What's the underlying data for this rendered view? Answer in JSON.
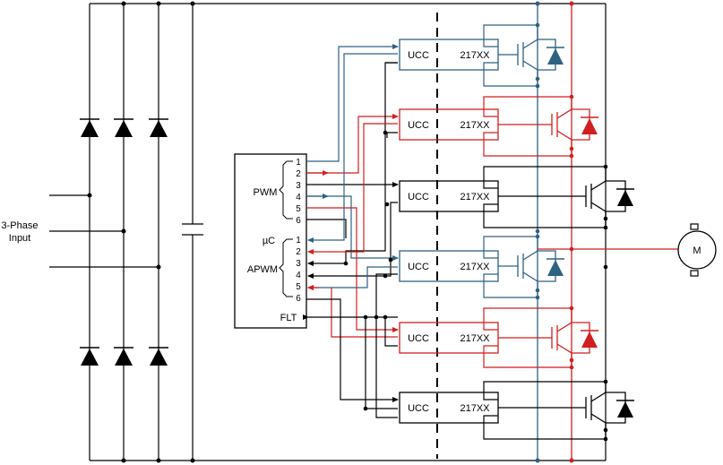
{
  "input_label": {
    "line1": "3-Phase",
    "line2": "Input"
  },
  "controller": {
    "pwm_label": "PWM",
    "uc_label": "µC",
    "apwm_label": "APWM",
    "flt_label": "FLT",
    "pwm_pins": [
      "1",
      "2",
      "3",
      "4",
      "5",
      "6"
    ],
    "apwm_pins": [
      "1",
      "2",
      "3",
      "4",
      "5",
      "6"
    ]
  },
  "drivers": [
    {
      "left": "UCC",
      "right": "217XX",
      "color": "#2e6282"
    },
    {
      "left": "UCC",
      "right": "217XX",
      "color": "#d01f1f"
    },
    {
      "left": "UCC",
      "right": "217XX",
      "color": "#000000"
    },
    {
      "left": "UCC",
      "right": "217XX",
      "color": "#2e6282"
    },
    {
      "left": "UCC",
      "right": "217XX",
      "color": "#d01f1f"
    },
    {
      "left": "UCC",
      "right": "217XX",
      "color": "#000000"
    }
  ],
  "motor_label": "M",
  "colors": {
    "blue": "#2e6282",
    "red": "#d01f1f",
    "black": "#000000"
  }
}
